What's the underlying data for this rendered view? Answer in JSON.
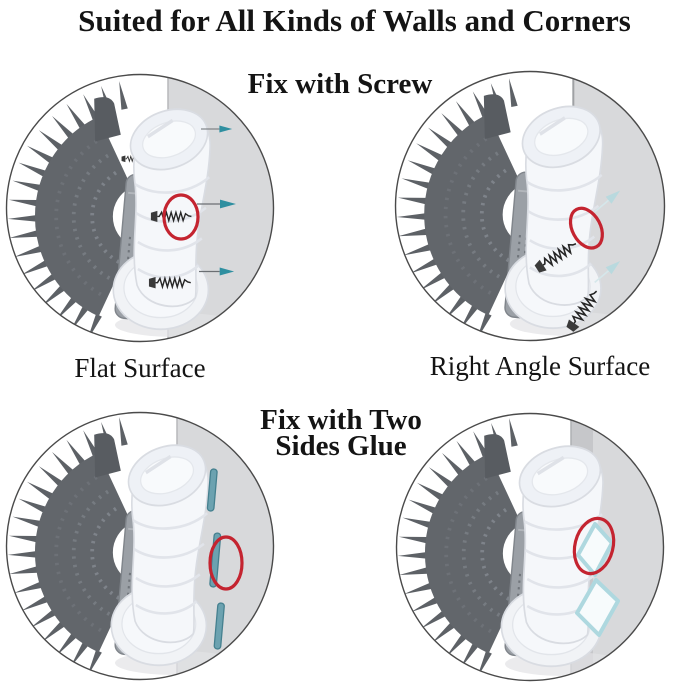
{
  "title": "Suited for All Kinds of Walls and Corners",
  "sections": {
    "screw": {
      "heading": "Fix with Screw",
      "panels": [
        {
          "caption": "Flat Surface"
        },
        {
          "caption": "Right Angle Surface"
        }
      ]
    },
    "glue": {
      "heading_line1": "Fix with Two",
      "heading_line2": "Sides Glue"
    }
  },
  "colors": {
    "highlight_red": "#c42430",
    "arrow_teal": "#2f8fa0",
    "arrow_light_blue": "#b9d9de",
    "glue_strip_teal": "#6ca2b0",
    "glue_strip_edge": "#45808f",
    "glue_pad_teal": "#aed8df",
    "wall_gray": "#d8d9db",
    "wall_gray_dark": "#c6c7ca",
    "brush_gray": "#62666b",
    "brush_bar_gray": "#9ba0a6",
    "bracket_fill": "#f5f7fa",
    "bracket_edge": "#d9dce2",
    "text_color": "#141414"
  }
}
